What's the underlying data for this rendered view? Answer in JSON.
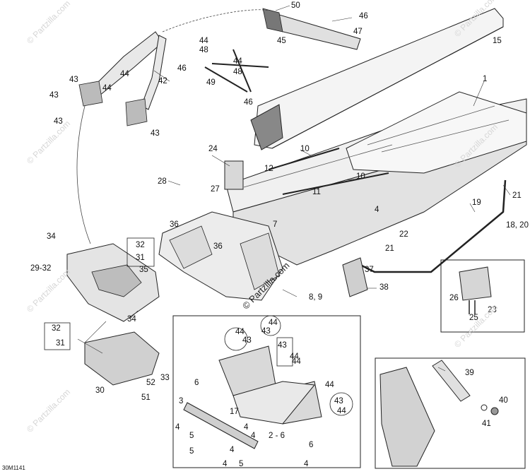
{
  "diagram": {
    "code": "30M1141",
    "watermark_text": "© Partzilla.com",
    "callouts": [
      {
        "id": "c50",
        "label": "50"
      },
      {
        "id": "c46a",
        "label": "46"
      },
      {
        "id": "c47",
        "label": "47"
      },
      {
        "id": "c15",
        "label": "15"
      },
      {
        "id": "c44a",
        "label": "44"
      },
      {
        "id": "c48a",
        "label": "48"
      },
      {
        "id": "c45",
        "label": "45"
      },
      {
        "id": "c44b",
        "label": "44"
      },
      {
        "id": "c48b",
        "label": "48"
      },
      {
        "id": "c46b",
        "label": "46"
      },
      {
        "id": "c49",
        "label": "49"
      },
      {
        "id": "c46c",
        "label": "46"
      },
      {
        "id": "c42",
        "label": "42"
      },
      {
        "id": "c43a",
        "label": "43"
      },
      {
        "id": "c44c",
        "label": "44"
      },
      {
        "id": "c43b",
        "label": "43"
      },
      {
        "id": "c44d",
        "label": "44"
      },
      {
        "id": "c43c",
        "label": "43"
      },
      {
        "id": "c43d",
        "label": "43"
      },
      {
        "id": "c1",
        "label": "1"
      },
      {
        "id": "c24",
        "label": "24"
      },
      {
        "id": "c10a",
        "label": "10"
      },
      {
        "id": "c12",
        "label": "12"
      },
      {
        "id": "c10b",
        "label": "10"
      },
      {
        "id": "c11",
        "label": "11"
      },
      {
        "id": "c28",
        "label": "28"
      },
      {
        "id": "c27",
        "label": "27"
      },
      {
        "id": "c21a",
        "label": "21"
      },
      {
        "id": "c19",
        "label": "19"
      },
      {
        "id": "c4a",
        "label": "4"
      },
      {
        "id": "c18",
        "label": "18, 20"
      },
      {
        "id": "c7",
        "label": "7"
      },
      {
        "id": "c22",
        "label": "22"
      },
      {
        "id": "c36a",
        "label": "36"
      },
      {
        "id": "c34a",
        "label": "34"
      },
      {
        "id": "c32a",
        "label": "32"
      },
      {
        "id": "c31a",
        "label": "31"
      },
      {
        "id": "c36b",
        "label": "36"
      },
      {
        "id": "c21b",
        "label": "21"
      },
      {
        "id": "c29",
        "label": "29-32"
      },
      {
        "id": "c35",
        "label": "35"
      },
      {
        "id": "c37",
        "label": "37"
      },
      {
        "id": "c38",
        "label": "38"
      },
      {
        "id": "c89",
        "label": "8, 9"
      },
      {
        "id": "c26",
        "label": "26"
      },
      {
        "id": "c23",
        "label": "23"
      },
      {
        "id": "c25",
        "label": "25"
      },
      {
        "id": "c34b",
        "label": "34"
      },
      {
        "id": "c44e",
        "label": "44"
      },
      {
        "id": "c43e",
        "label": "43"
      },
      {
        "id": "c44f",
        "label": "44"
      },
      {
        "id": "c43f",
        "label": "43"
      },
      {
        "id": "c32b",
        "label": "32"
      },
      {
        "id": "c31b",
        "label": "31"
      },
      {
        "id": "c43g",
        "label": "43"
      },
      {
        "id": "c44g",
        "label": "44"
      },
      {
        "id": "c44h",
        "label": "44"
      },
      {
        "id": "c6a",
        "label": "6"
      },
      {
        "id": "c44i",
        "label": "44"
      },
      {
        "id": "c33",
        "label": "33"
      },
      {
        "id": "c52",
        "label": "52"
      },
      {
        "id": "c39",
        "label": "39"
      },
      {
        "id": "c30",
        "label": "30"
      },
      {
        "id": "c51",
        "label": "51"
      },
      {
        "id": "c3",
        "label": "3"
      },
      {
        "id": "c43h",
        "label": "43"
      },
      {
        "id": "c44j",
        "label": "44"
      },
      {
        "id": "c40",
        "label": "40"
      },
      {
        "id": "c17",
        "label": "17"
      },
      {
        "id": "c4b",
        "label": "4"
      },
      {
        "id": "c5a",
        "label": "5"
      },
      {
        "id": "c4c",
        "label": "4"
      },
      {
        "id": "c41",
        "label": "41"
      },
      {
        "id": "c4d",
        "label": "4"
      },
      {
        "id": "c26b",
        "label": "2 - 6"
      },
      {
        "id": "c4e",
        "label": "4"
      },
      {
        "id": "c5b",
        "label": "5"
      },
      {
        "id": "c6b",
        "label": "6"
      },
      {
        "id": "c4f",
        "label": "4"
      },
      {
        "id": "c5c",
        "label": "5"
      },
      {
        "id": "c4g",
        "label": "4"
      }
    ]
  }
}
